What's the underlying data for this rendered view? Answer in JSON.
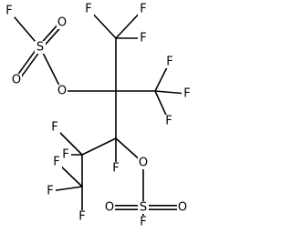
{
  "molecule": {
    "atoms": [
      {
        "id": "F_s1",
        "symbol": "F"
      },
      {
        "id": "S1",
        "symbol": "S"
      },
      {
        "id": "O1a",
        "symbol": "O"
      },
      {
        "id": "O1b",
        "symbol": "O"
      },
      {
        "id": "O1",
        "symbol": "O"
      },
      {
        "id": "C2",
        "symbol": ""
      },
      {
        "id": "C1",
        "symbol": ""
      },
      {
        "id": "F1a",
        "symbol": "F"
      },
      {
        "id": "F1b",
        "symbol": "F"
      },
      {
        "id": "F1c",
        "symbol": "F"
      },
      {
        "id": "C2m",
        "symbol": ""
      },
      {
        "id": "F2a",
        "symbol": "F"
      },
      {
        "id": "F2b",
        "symbol": "F"
      },
      {
        "id": "F2c",
        "symbol": "F"
      },
      {
        "id": "C3",
        "symbol": ""
      },
      {
        "id": "F3",
        "symbol": "F"
      },
      {
        "id": "O2",
        "symbol": "O"
      },
      {
        "id": "S2",
        "symbol": "S"
      },
      {
        "id": "O2a",
        "symbol": "O"
      },
      {
        "id": "O2b",
        "symbol": "O"
      },
      {
        "id": "F_s2",
        "symbol": "F"
      },
      {
        "id": "C4",
        "symbol": ""
      },
      {
        "id": "F4a",
        "symbol": "F"
      },
      {
        "id": "F4b",
        "symbol": "F"
      },
      {
        "id": "C5",
        "symbol": ""
      },
      {
        "id": "F5a",
        "symbol": "F"
      },
      {
        "id": "F5b",
        "symbol": "F"
      },
      {
        "id": "F5c",
        "symbol": "F"
      }
    ],
    "bonds": [
      {
        "a": "F_s1",
        "b": "S1",
        "order": 1
      },
      {
        "a": "S1",
        "b": "O1a",
        "order": 2
      },
      {
        "a": "S1",
        "b": "O1b",
        "order": 2
      },
      {
        "a": "S1",
        "b": "O1",
        "order": 1
      },
      {
        "a": "O1",
        "b": "C2",
        "order": 1
      },
      {
        "a": "C2",
        "b": "C1",
        "order": 1
      },
      {
        "a": "C1",
        "b": "F1a",
        "order": 1
      },
      {
        "a": "C1",
        "b": "F1b",
        "order": 1
      },
      {
        "a": "C1",
        "b": "F1c",
        "order": 1
      },
      {
        "a": "C2",
        "b": "C2m",
        "order": 1
      },
      {
        "a": "C2m",
        "b": "F2a",
        "order": 1
      },
      {
        "a": "C2m",
        "b": "F2b",
        "order": 1
      },
      {
        "a": "C2m",
        "b": "F2c",
        "order": 1
      },
      {
        "a": "C2",
        "b": "C3",
        "order": 1
      },
      {
        "a": "C3",
        "b": "F3",
        "order": 1
      },
      {
        "a": "C3",
        "b": "O2",
        "order": 1
      },
      {
        "a": "O2",
        "b": "S2",
        "order": 1
      },
      {
        "a": "S2",
        "b": "O2a",
        "order": 2
      },
      {
        "a": "S2",
        "b": "O2b",
        "order": 2
      },
      {
        "a": "S2",
        "b": "F_s2",
        "order": 1
      },
      {
        "a": "C3",
        "b": "C4",
        "order": 1
      },
      {
        "a": "C4",
        "b": "F4a",
        "order": 1
      },
      {
        "a": "C4",
        "b": "F4b",
        "order": 1
      },
      {
        "a": "C4",
        "b": "C5",
        "order": 1
      },
      {
        "a": "C5",
        "b": "F5a",
        "order": 1
      },
      {
        "a": "C5",
        "b": "F5b",
        "order": 1
      },
      {
        "a": "C5",
        "b": "F5c",
        "order": 1
      }
    ]
  }
}
